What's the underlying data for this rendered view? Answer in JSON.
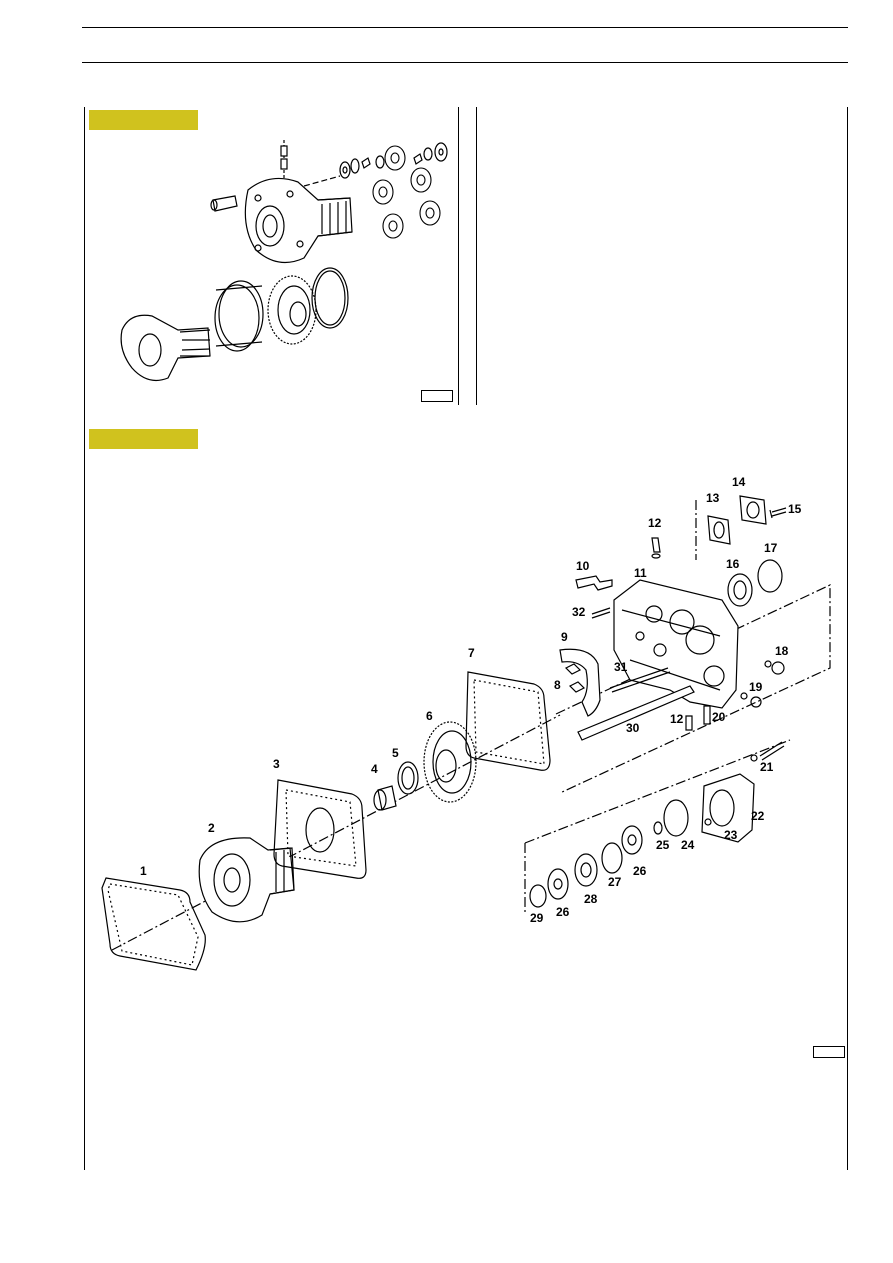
{
  "header": {
    "title": "",
    "subtitle": ""
  },
  "tags": {
    "top": "",
    "bottom": ""
  },
  "colors": {
    "tag": "#d0c21e",
    "line": "#000000"
  },
  "figure_top": {
    "reference": ""
  },
  "figure_bottom": {
    "reference": "",
    "callouts": [
      "1",
      "2",
      "3",
      "4",
      "5",
      "6",
      "7",
      "8",
      "9",
      "10",
      "11",
      "12",
      "12",
      "13",
      "14",
      "15",
      "16",
      "17",
      "18",
      "19",
      "20",
      "21",
      "22",
      "23",
      "24",
      "25",
      "26",
      "26",
      "27",
      "28",
      "29",
      "30",
      "31",
      "32"
    ]
  }
}
